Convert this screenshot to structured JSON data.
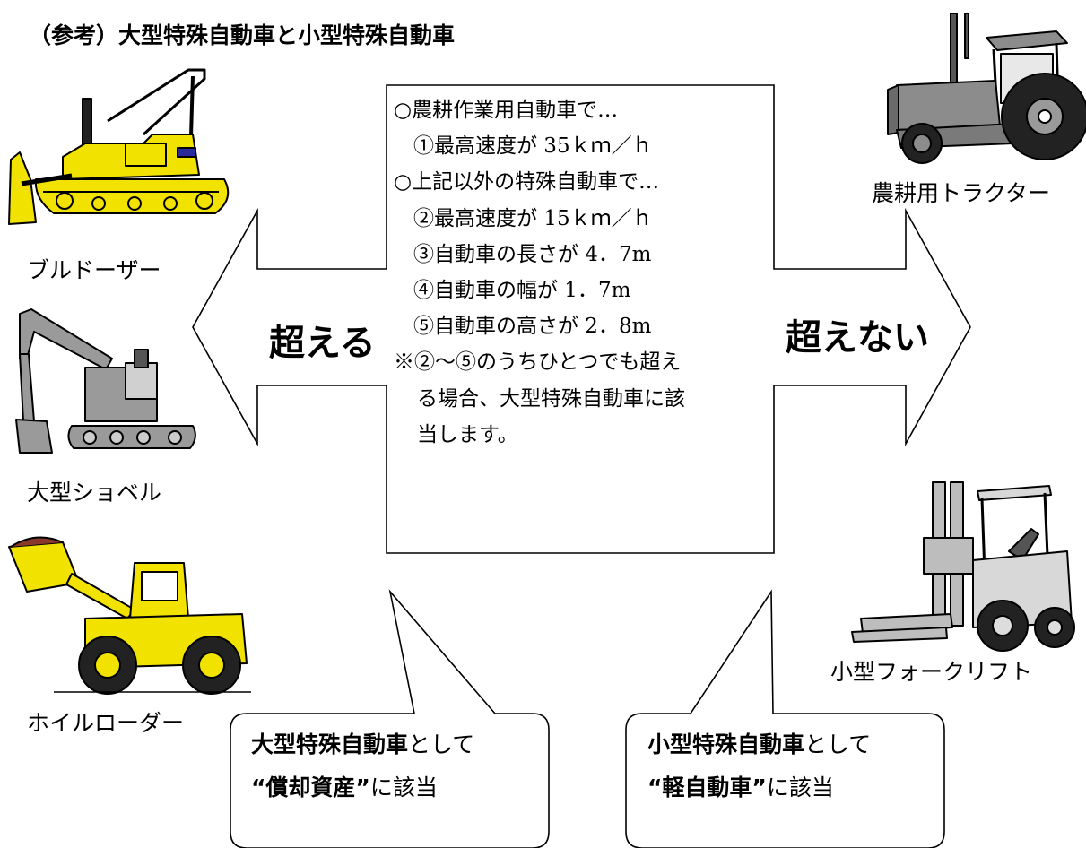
{
  "title": "（参考）大型特殊自動車と小型特殊自動車",
  "left_arrow_label": "超える",
  "right_arrow_label": "超えない",
  "spec_lines": [
    "○農耕作業用自動車で…",
    "①最高速度が 35ｋｍ／ｈ",
    "○上記以外の特殊自動車で…",
    "②最高速度が 15ｋｍ／ｈ",
    "③自動車の長さが 4．7m",
    "④自動車の幅が 1．7m",
    "⑤自動車の高さが 2．8m",
    "※②～⑤のうちひとつでも超え",
    "る場合、大型特殊自動車に該",
    "当します。"
  ],
  "vehicles": {
    "bulldozer": "ブルドーザー",
    "excavator": "大型ショベル",
    "wheel_loader": "ホイルローダー",
    "tractor": "農耕用トラクター",
    "forklift": "小型フォークリフト"
  },
  "callout_left": {
    "category": "大型特殊自動車",
    "as": "として",
    "asset": "“償却資産”",
    "applies": "に該当"
  },
  "callout_right": {
    "category": "小型特殊自動車",
    "as": "として",
    "asset": "“軽自動車”",
    "applies": "に該当"
  },
  "colors": {
    "machine_yellow": "#f2e200",
    "excavator_gray": "#9a9a9a",
    "tractor_gray": "#8c8c8c",
    "outline": "#000000"
  }
}
